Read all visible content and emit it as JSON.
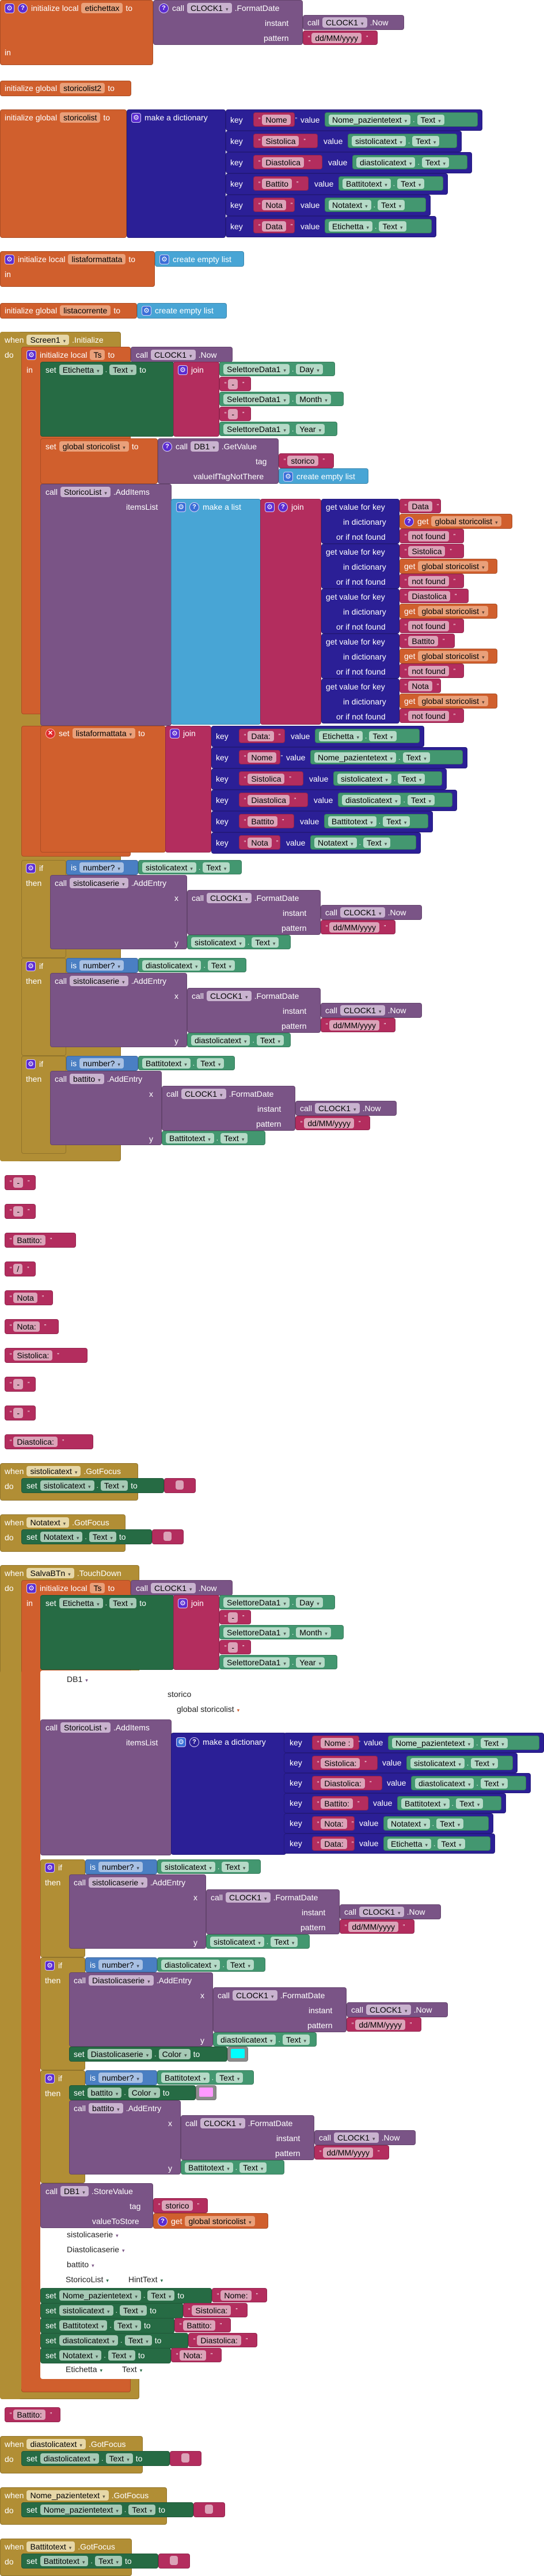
{
  "kw": {
    "initialize_local": "initialize local",
    "initialize_global": "initialize global",
    "to": "to",
    "in": "in",
    "do": "do",
    "when": "when",
    "call": "call",
    "set": "set",
    "get": "get",
    "key": "key",
    "value": "value",
    "if": "if",
    "then": "then",
    "is": "is",
    "x": "x",
    "y": "y",
    "instant": "instant",
    "pattern": "pattern",
    "join": "join",
    "make_a_dictionary": "make a dictionary",
    "make_a_list": "make a list",
    "create_empty_list": "create empty list",
    "get_value_for_key": "get value for key",
    "in_dictionary": "in dictionary",
    "or_if_not_found": "or if not found",
    "itemsList": "itemsList",
    "tag": "tag",
    "valueIfTagNotThere": "valueIfTagNotThere",
    "valueToStore": "valueToStore",
    "dot": "."
  },
  "components": {
    "clock": "CLOCK1",
    "db": "DB1",
    "screen": "Screen1",
    "etichetta": "Etichetta",
    "selettore": "SelettoreData1",
    "storicolist": "StoricoList",
    "sistolicaserie": "sistolicaserie",
    "diastolicaserie": "Diastolicaserie",
    "battito": "battito",
    "nome": "Nome_pazientetext",
    "sistolica": "sistolicatext",
    "diastolica": "diastolicatext",
    "battitotext": "Battitotext",
    "nota": "Notatext",
    "salva": "SalvaBTn"
  },
  "props": {
    "text": "Text",
    "day": "Day",
    "month": "Month",
    "year": "Year",
    "color": "Color",
    "hinttext": "HintText",
    "number": "number?"
  },
  "methods": {
    "formatdate": ".FormatDate",
    "now": ".Now",
    "getvalue": ".GetValue",
    "storevalue": ".StoreValue",
    "additems": ".AddItems",
    "addentry": ".AddEntry",
    "initialize": ".Initialize",
    "touchdown": ".TouchDown",
    "gotfocus": ".GotFocus"
  },
  "vars": {
    "etichettax": "etichettax",
    "storicolist2": "storicolist2",
    "storicolist": "storicolist",
    "listaformattata": "listaformattata",
    "listacorrente": "listacorrente",
    "ts": "Ts",
    "global_storicolist": "global storicolist"
  },
  "strings": {
    "date_pattern": "dd/MM/yyyy",
    "dash": "-",
    "storico": "storico",
    "not_found": "not found",
    "Nome": "Nome",
    "Sistolica": "Sistolica",
    "Diastolica": "Diastolica",
    "Battito": "Battito",
    "Nota": "Nota",
    "Data": "Data",
    "Data_colon": "Data:",
    "Nome_colon_space": "Nome :",
    "Nome_colon": "Nome:",
    "Sistolica_colon": "Sistolica:",
    "Diastolica_colon": "Diastolica:",
    "Battito_colon": "Battito:",
    "Nota_colon": "Nota:",
    "slash": "/",
    "empty": ""
  },
  "loose_strings": [
    "-",
    "-",
    "Battito:",
    "/",
    "Nota",
    "Nota:",
    "Sistolica:",
    "-",
    "-",
    "Diastolica:"
  ],
  "detached_labels": {
    "db1": "DB1",
    "storico": "storico",
    "global_storicolist": "global storicolist",
    "sistolicaserie": "sistolicaserie",
    "diastolicaserie": "Diastolicaserie",
    "battito": "battito",
    "storicolist": "StoricoList",
    "hinttext": "HintText",
    "etichetta": "Etichetta",
    "text": "Text"
  },
  "colors": {
    "diastolica_series": "#00FFFF",
    "battito_series": "#FF99FF",
    "variables": "#d05f2d",
    "procedures_components": "#7a5486",
    "events": "#b18e35",
    "dictionaries": "#2b1f96",
    "lists": "#48a5d5",
    "text": "#b32d5e",
    "getters": "#439770",
    "setters": "#266b44"
  }
}
